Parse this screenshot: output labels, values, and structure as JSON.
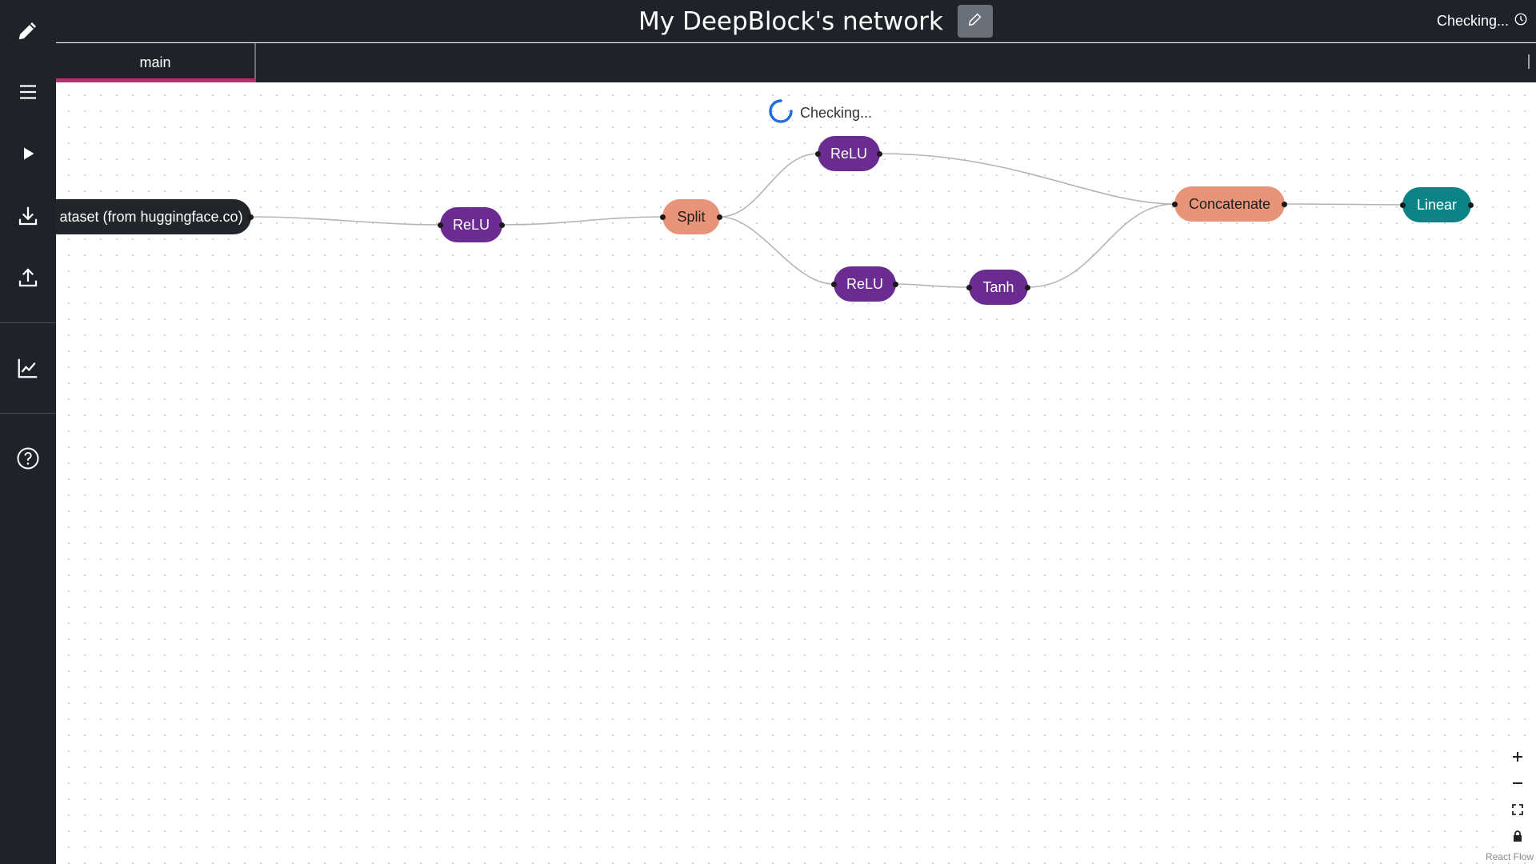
{
  "sidebar": {
    "items": [
      {
        "name": "pencil-icon"
      },
      {
        "name": "menu-icon"
      },
      {
        "name": "play-icon"
      },
      {
        "name": "download-icon"
      },
      {
        "name": "upload-icon"
      },
      {
        "name": "chart-icon"
      },
      {
        "name": "help-icon"
      }
    ]
  },
  "header": {
    "title": "My DeepBlock's network",
    "status": "Checking..."
  },
  "tabs": [
    {
      "label": "main",
      "active": true
    }
  ],
  "canvas": {
    "checking_text": "Checking...",
    "nodes": {
      "dataset": "ataset (from huggingface.co)",
      "relu1": "ReLU",
      "split": "Split",
      "relu_top": "ReLU",
      "relu_bottom": "ReLU",
      "tanh": "Tanh",
      "concatenate": "Concatenate",
      "linear": "Linear"
    },
    "attribution": "React Flow"
  },
  "colors": {
    "background": "#1f2329",
    "tab_accent": "#b2316f",
    "activation_node": "#6a2c91",
    "structural_node": "#e8947a",
    "output_node": "#0c8486",
    "spinner": "#1e6fe0"
  }
}
